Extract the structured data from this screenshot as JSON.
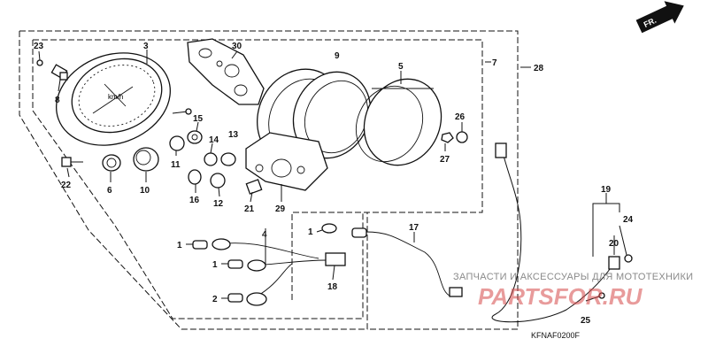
{
  "callouts": {
    "c1a": "1",
    "c1b": "1",
    "c1c": "1",
    "c2": "2",
    "c3": "3",
    "c4": "4",
    "c5": "5",
    "c6": "6",
    "c7": "7",
    "c8": "8",
    "c9": "9",
    "c10": "10",
    "c11": "11",
    "c12": "12",
    "c13": "13",
    "c14": "14",
    "c15": "15",
    "c16": "16",
    "c17": "17",
    "c18": "18",
    "c19": "19",
    "c20": "20",
    "c21": "21",
    "c22": "22",
    "c23": "23",
    "c24": "24",
    "c25": "25",
    "c26": "26",
    "c27": "27",
    "c28": "28",
    "c29": "29",
    "c30": "30"
  },
  "direction_arrow": "FR.",
  "diagram_code": "KFNAF0200F",
  "watermark": {
    "text": "ЗАПЧАСТИ И АКСЕССУАРЫ ДЛЯ МОТОТЕХНИКИ",
    "logo": "PARTSFOR.RU"
  }
}
